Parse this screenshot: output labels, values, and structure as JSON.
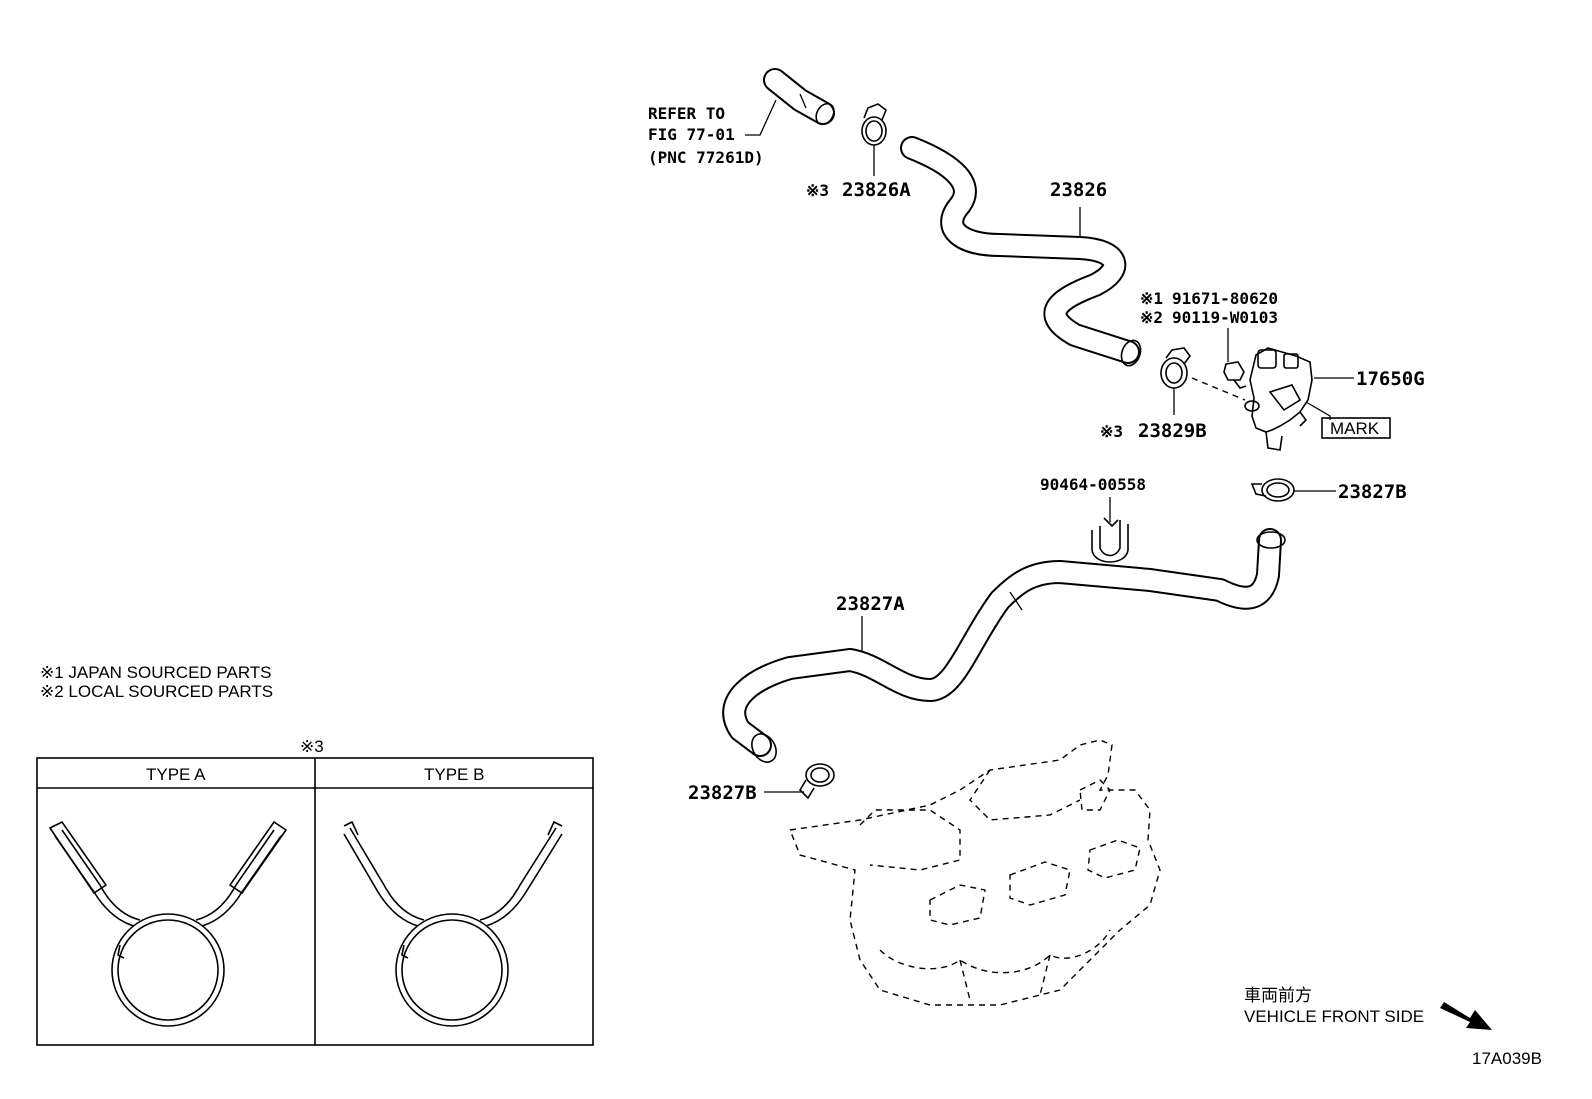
{
  "refer": {
    "line1": "REFER TO",
    "line2": "FIG 77-01",
    "line3": "(PNC 77261D)"
  },
  "parts": {
    "p23826a": "23826A",
    "p23826": "23826",
    "p91671": "91671-80620",
    "p90119": "90119-W0103",
    "p17650g": "17650G",
    "mark": "MARK",
    "p23829b": "23829B",
    "p90464": "90464-00558",
    "p23827b_top": "23827B",
    "p23827a": "23827A",
    "p23827b_bottom": "23827B"
  },
  "marks": {
    "m1": "※1",
    "m2": "※2",
    "m3": "※3"
  },
  "notes": {
    "n1": "※1  JAPAN SOURCED PARTS",
    "n2": "※2  LOCAL SOURCED PARTS"
  },
  "inset": {
    "mark": "※3",
    "type_a": "TYPE A",
    "type_b": "TYPE B"
  },
  "front": {
    "jp": "車両前方",
    "en": "VEHICLE FRONT SIDE"
  },
  "figure_id": "17A039B"
}
